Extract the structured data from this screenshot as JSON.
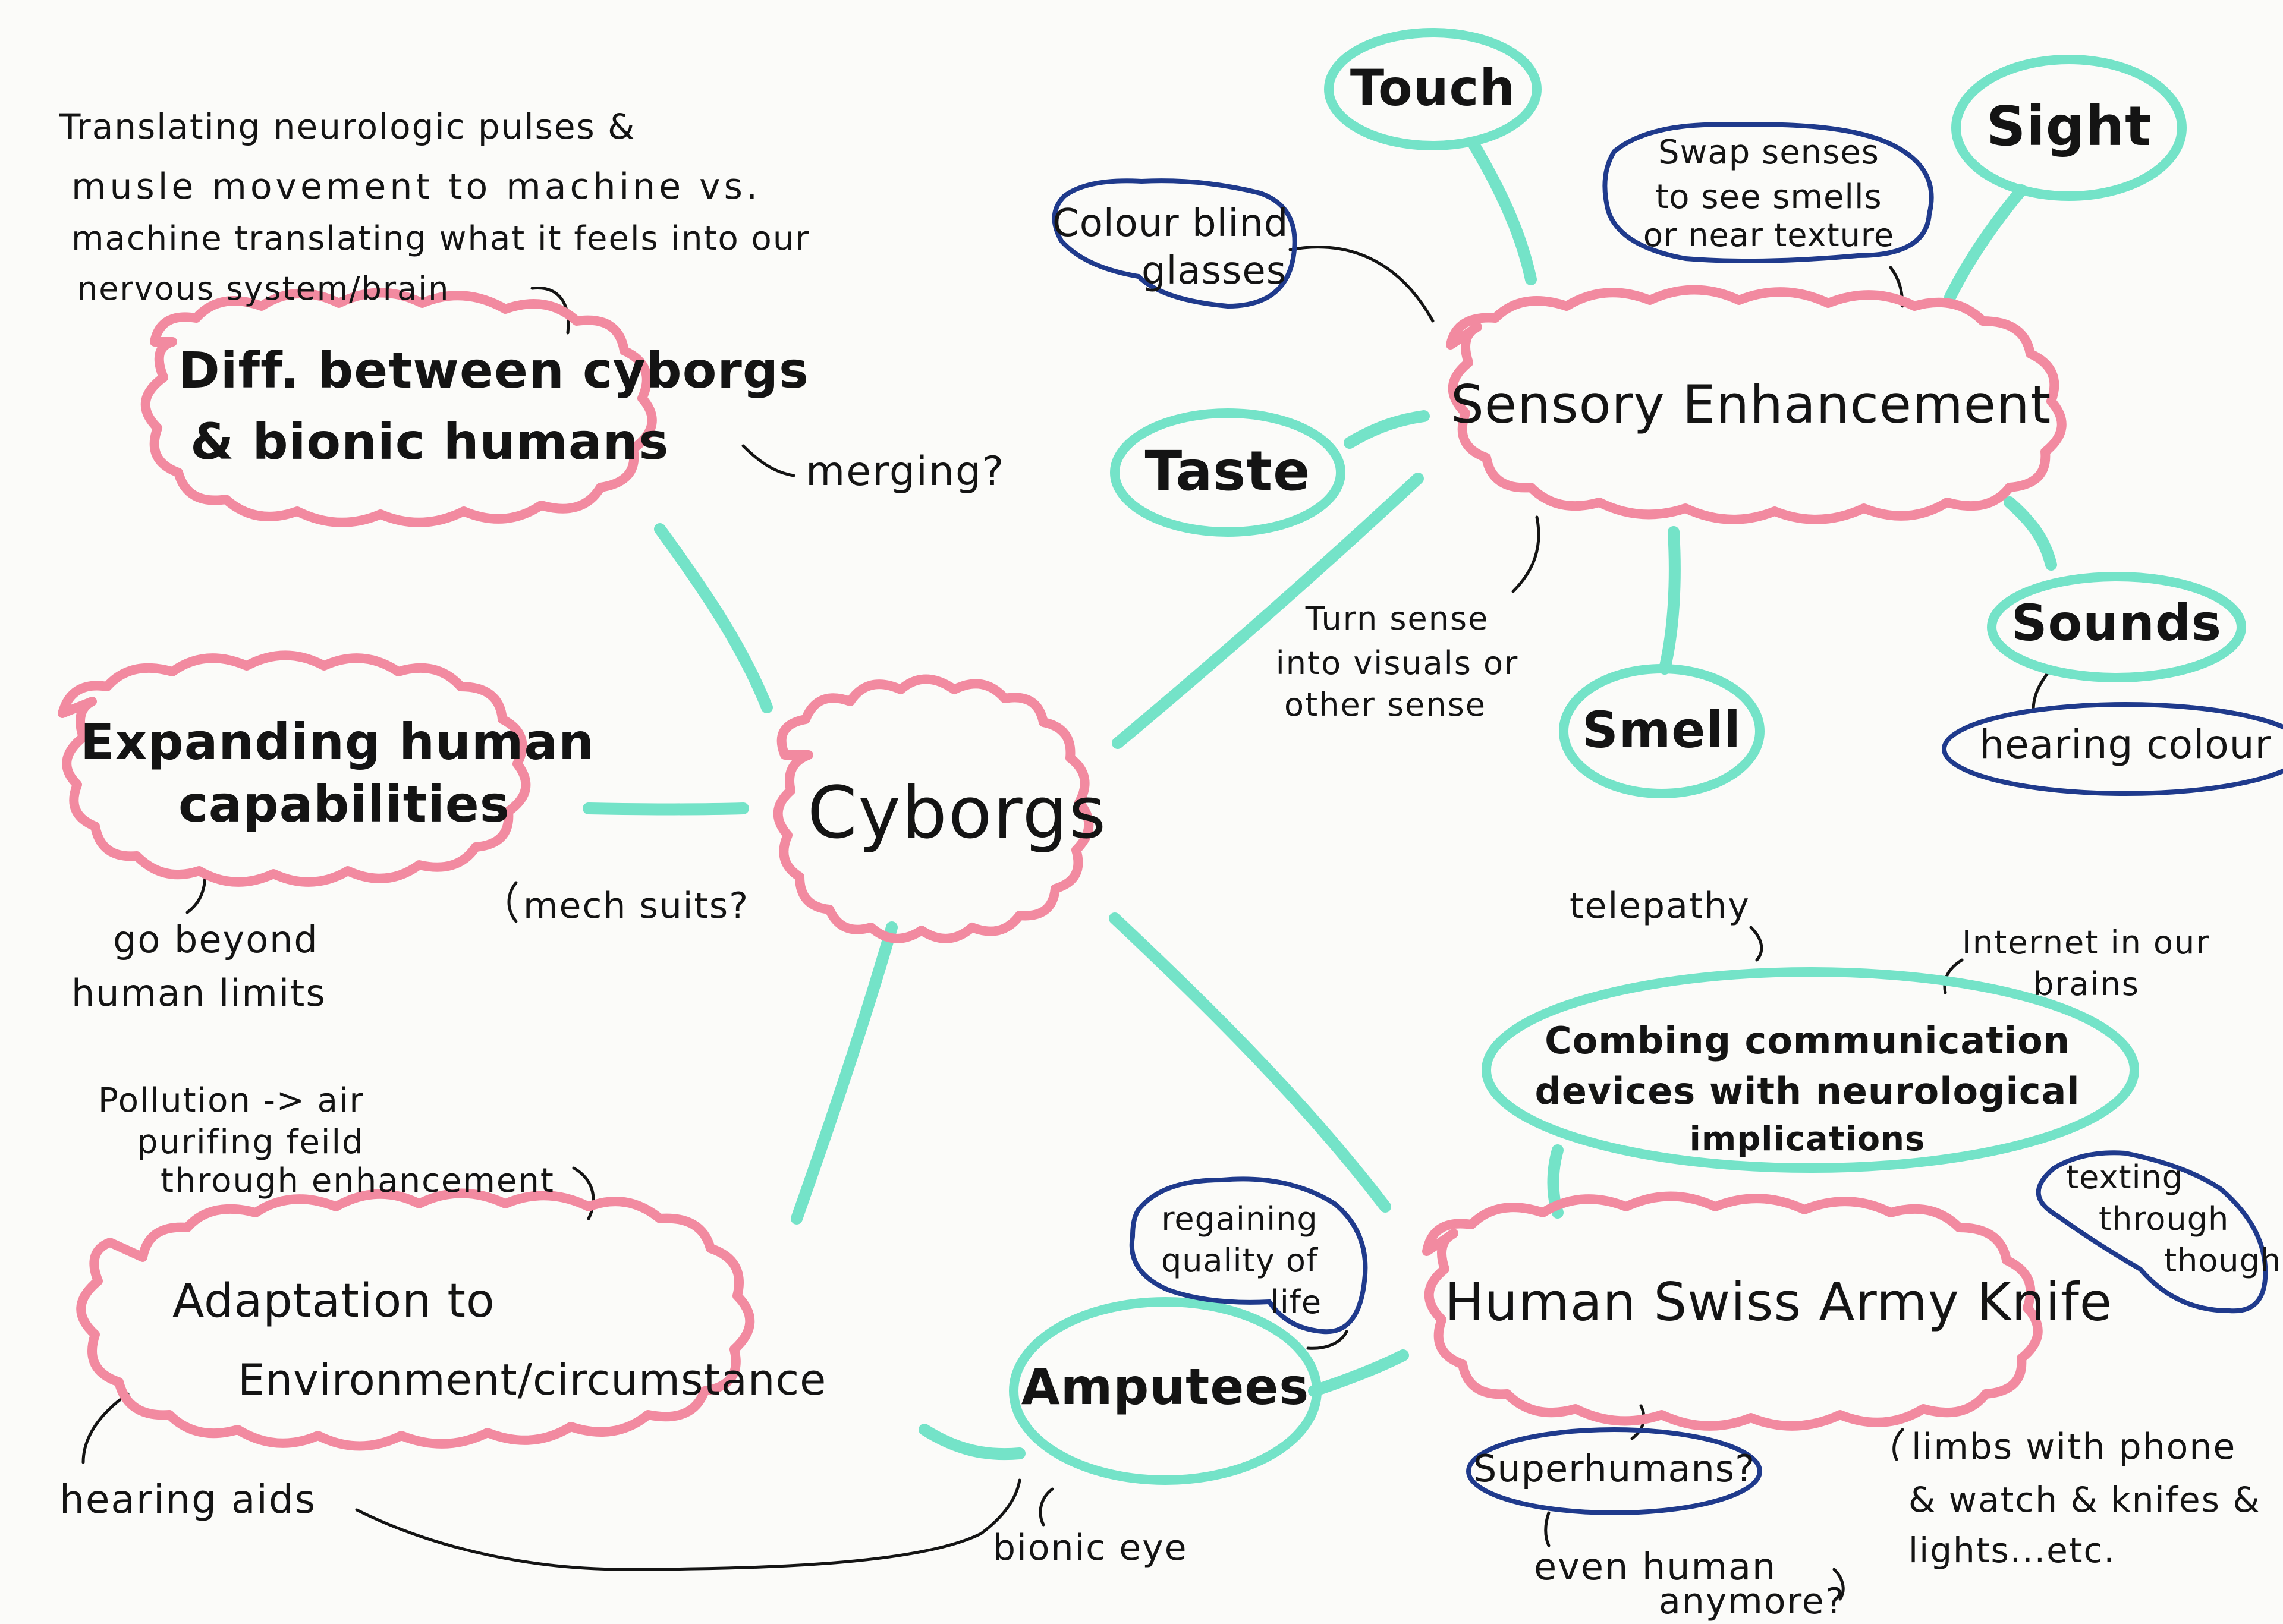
{
  "colors": {
    "pink": "#f28aa0",
    "teal": "#74e3c8",
    "blue": "#1f3a8c",
    "ink": "#141414"
  },
  "center": {
    "label": "Cyborgs"
  },
  "nodes": {
    "diff": {
      "line1": "Diff. between cyborgs",
      "line2": "& bionic humans"
    },
    "expanding": {
      "line1": "Expanding human",
      "line2": "capabilities"
    },
    "adaptation": {
      "line1": "Adaptation to",
      "line2": "Environment/circumstance"
    },
    "sensory": {
      "label": "Sensory Enhancement"
    },
    "swiss": {
      "label": "Human Swiss Army Knife"
    },
    "amputees": {
      "label": "Amputees"
    },
    "touch": {
      "label": "Touch"
    },
    "sight": {
      "label": "Sight"
    },
    "taste": {
      "label": "Taste"
    },
    "smell": {
      "label": "Smell"
    },
    "sounds": {
      "label": "Sounds"
    },
    "combining": {
      "line1": "Combing communication",
      "line2": "devices with neurological",
      "line3": "implications"
    },
    "colour_blind": {
      "line1": "Colour blind",
      "line2": "glasses"
    },
    "swap": {
      "line1": "Swap senses",
      "line2": "to see smells",
      "line3": "or near texture"
    },
    "hearing_colour": {
      "label": "hearing colour"
    },
    "texting": {
      "line1": "texting",
      "line2": "through",
      "line3": "though"
    },
    "regaining": {
      "line1": "regaining",
      "line2": "quality of",
      "line3": "life"
    },
    "superhumans": {
      "label": "Superhumans?"
    }
  },
  "notes": {
    "translating": {
      "line1": "Translating neurologic pulses &",
      "line2": "musle movement to machine vs.",
      "line3": "machine translating what it feels into our",
      "line4": "nervous system/brain"
    },
    "merging": "merging?",
    "mech_suits": "mech suits?",
    "go_beyond": {
      "line1": "go beyond",
      "line2": "human limits"
    },
    "pollution": {
      "line1": "Pollution -> air",
      "line2": "purifing feild",
      "line3": "through enhancement"
    },
    "hearing_aids": "hearing aids",
    "bionic_eye": "bionic eye",
    "turn_sense": {
      "line1": "Turn sense",
      "line2": "into visuals or",
      "line3": "other sense"
    },
    "telepathy": "telepathy",
    "internet": {
      "line1": "Internet in our",
      "line2": "brains"
    },
    "even_human": {
      "line1": "even human",
      "line2": "anymore?"
    },
    "limbs": {
      "line1": "limbs with phone",
      "line2": "& watch & knifes &",
      "line3": "lights...etc."
    }
  }
}
